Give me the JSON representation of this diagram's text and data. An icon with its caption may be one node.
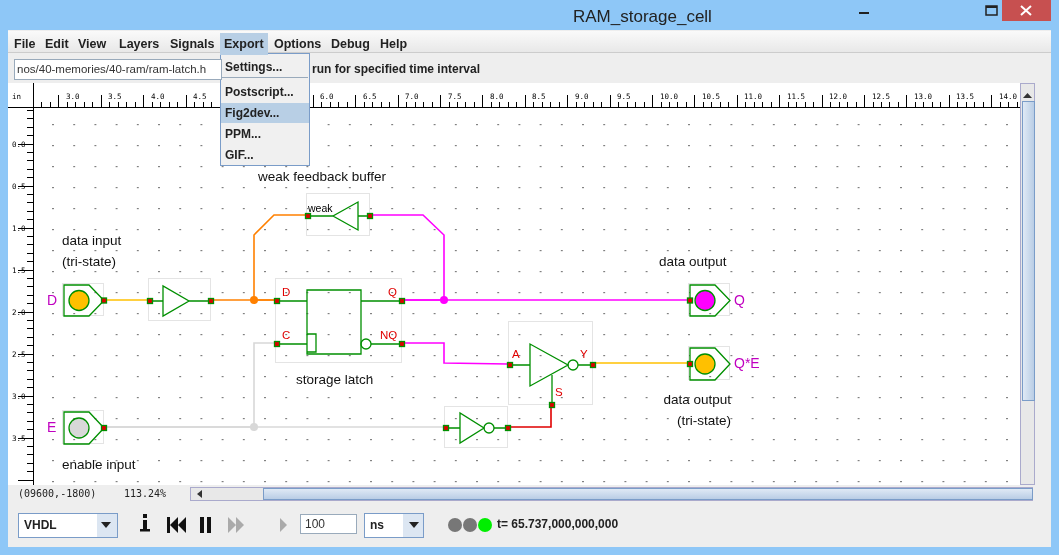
{
  "diagram": {
    "title": "RAM_storage_cell",
    "nodes": [
      {
        "text": [
          "D"
        ],
        "beside": [
          "data input (tri-state)"
        ]
      },
      {
        "text": [],
        "shape": "triangle"
      },
      {
        "text": [
          "D",
          "C",
          "Q",
          "NQ"
        ],
        "beside": [
          "storage latch"
        ]
      },
      {
        "text": [
          "weak"
        ],
        "beside": [
          "weak feedback buffer"
        ]
      },
      {
        "text": [
          "Q"
        ],
        "beside": [
          "data output"
        ]
      },
      {
        "text": [
          "A",
          "Y",
          "S"
        ]
      },
      {
        "text": [
          "Q*E"
        ],
        "beside": [
          "data output (tri-state)"
        ]
      },
      {
        "text": [
          "E"
        ],
        "beside": [
          "enable input"
        ]
      },
      {
        "text": [],
        "shape": "triangle"
      }
    ],
    "edges": [
      {
        "from": 0,
        "to": 1,
        "arrow": "none",
        "color": "#ffc000"
      },
      {
        "from": 1,
        "to": 2,
        "arrow": "none",
        "color": "#ff8000"
      },
      {
        "from": 3,
        "to": 2,
        "arrow": "none",
        "color": "#ff8000"
      },
      {
        "from": 2,
        "to": 4,
        "arrow": "none",
        "color": "#ff00ff"
      },
      {
        "from": 2,
        "to": 3,
        "arrow": "none",
        "color": "#ff00ff"
      },
      {
        "from": 2,
        "to": 5,
        "arrow": "none",
        "color": "#ff00ff"
      },
      {
        "from": 5,
        "to": 6,
        "arrow": "none",
        "color": "#ffc000"
      },
      {
        "from": 7,
        "to": 8,
        "arrow": "none",
        "color": "#d8d8d8"
      },
      {
        "from": 7,
        "to": 2,
        "arrow": "none",
        "color": "#d8d8d8"
      },
      {
        "from": 8,
        "to": 5,
        "arrow": "none",
        "color": "#e00000"
      }
    ],
    "labels": [
      "File",
      "Edit",
      "View",
      "Layers",
      "Signals",
      "Export",
      "Options",
      "Debug",
      "Help",
      "Settings...",
      "Postscript...",
      "Fig2dev...",
      "PPM...",
      "GIF...",
      "nos/40-memories/40-ram/ram-latch.h",
      "run for specified time interval",
      "in",
      "3.0",
      "3.5",
      "4.0",
      "4.5",
      "6.0",
      "6.5",
      "7.0",
      "7.5",
      "8.0",
      "8.5",
      "9.0",
      "9.5",
      "10.0",
      "10.5",
      "11.0",
      "11.5",
      "12.0",
      "12.5",
      "13.0",
      "13.5",
      "14.0",
      "0.0",
      "0.5",
      "1.0",
      "1.5",
      "2.0",
      "2.5",
      "3.0",
      "3.5",
      "(09600,-1800)",
      "113.24%",
      "VHDL",
      "100",
      "ns",
      "t= 65.737,000,000,000"
    ]
  }
}
